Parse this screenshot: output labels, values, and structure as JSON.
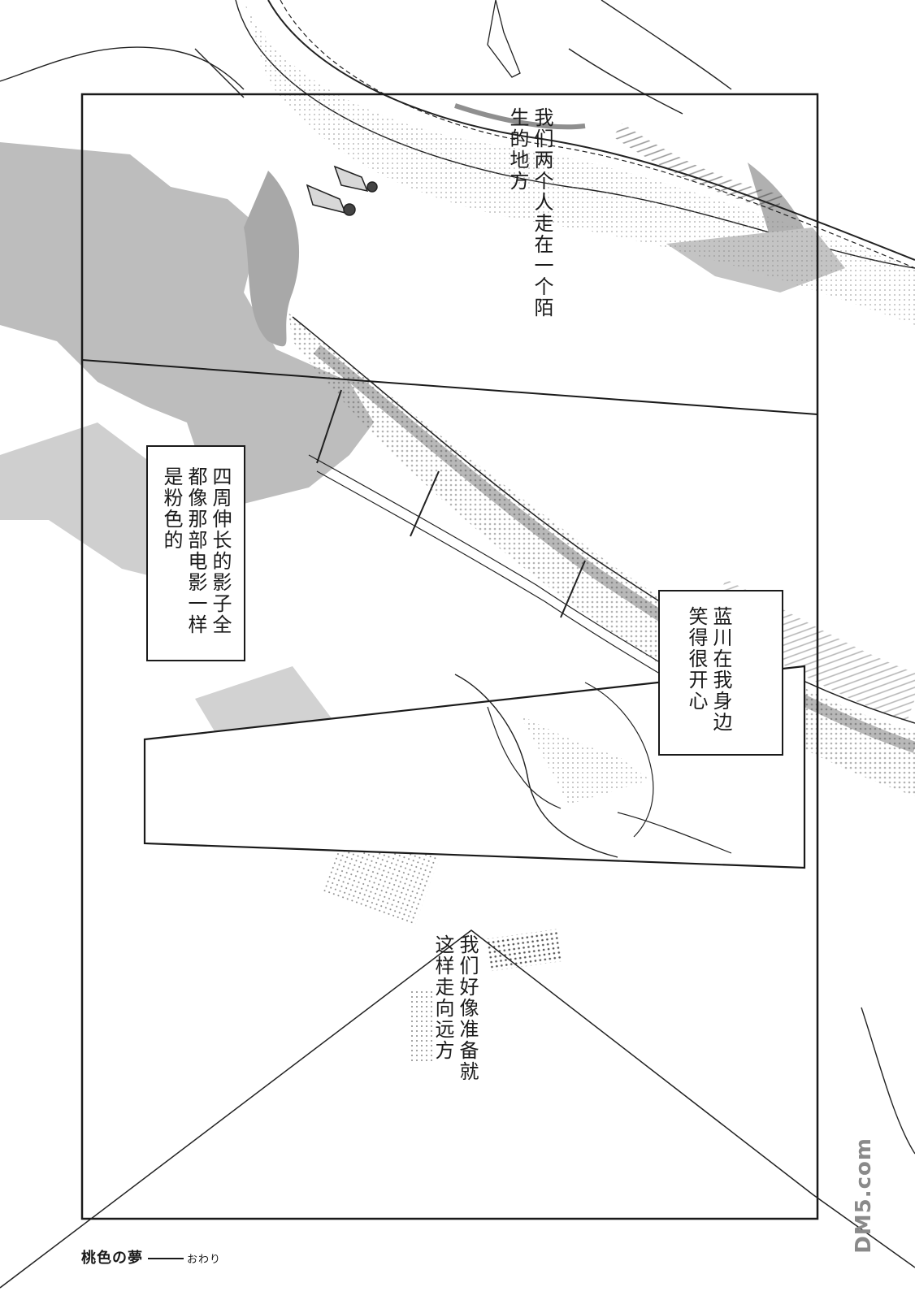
{
  "captions": {
    "top": "我们两个人走在一个陌生的地方",
    "left": "四周伸长的影子全都像那部电影一样是粉色的",
    "right": "蓝川在我身边笑得很开心",
    "bottom": "我们好像准备就这样走向远方"
  },
  "footer": {
    "title": "桃色の夢",
    "end": "おわり"
  },
  "watermark": "DM5.com"
}
